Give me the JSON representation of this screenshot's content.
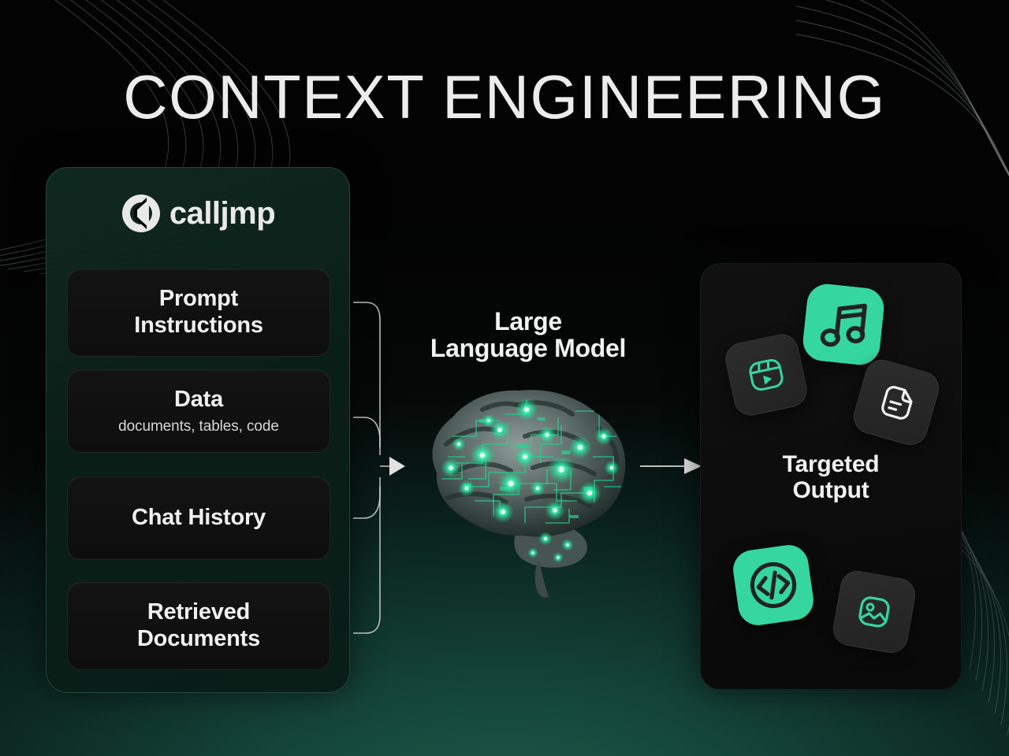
{
  "page": {
    "title": "CONTEXT ENGINEERING",
    "accent_color": "#35d6a0",
    "title_color": "#ececec",
    "background_top_color": "#000000",
    "background_bottom_color": "#1d5b4a"
  },
  "left_panel": {
    "brand": {
      "logo_icon": "calljmp-logo-icon",
      "name": "calljmp"
    },
    "cards": [
      {
        "title_line1": "Prompt",
        "title_line2": "Instructions",
        "subtitle": ""
      },
      {
        "title_line1": "Data",
        "title_line2": "",
        "subtitle": "documents, tables, code"
      },
      {
        "title_line1": "Chat History",
        "title_line2": "",
        "subtitle": ""
      },
      {
        "title_line1": "Retrieved",
        "title_line2": "Documents",
        "subtitle": ""
      }
    ]
  },
  "center": {
    "label_line1": "Large",
    "label_line2": "Language Model",
    "illustration": "circuit-brain-image",
    "input_arrow": "input-arrow-icon",
    "output_arrow": "output-arrow-icon"
  },
  "right_panel": {
    "label_line1": "Targeted",
    "label_line2": "Output",
    "tiles": [
      {
        "icon": "video-reel-icon",
        "style": "dark-tile-green-glyph"
      },
      {
        "icon": "music-note-icon",
        "style": "green-tile-dark-glyph"
      },
      {
        "icon": "document-icon",
        "style": "dark-tile-white-glyph"
      },
      {
        "icon": "code-icon",
        "style": "green-tile-dark-glyph"
      },
      {
        "icon": "image-icon",
        "style": "dark-tile-green-glyph"
      }
    ]
  }
}
